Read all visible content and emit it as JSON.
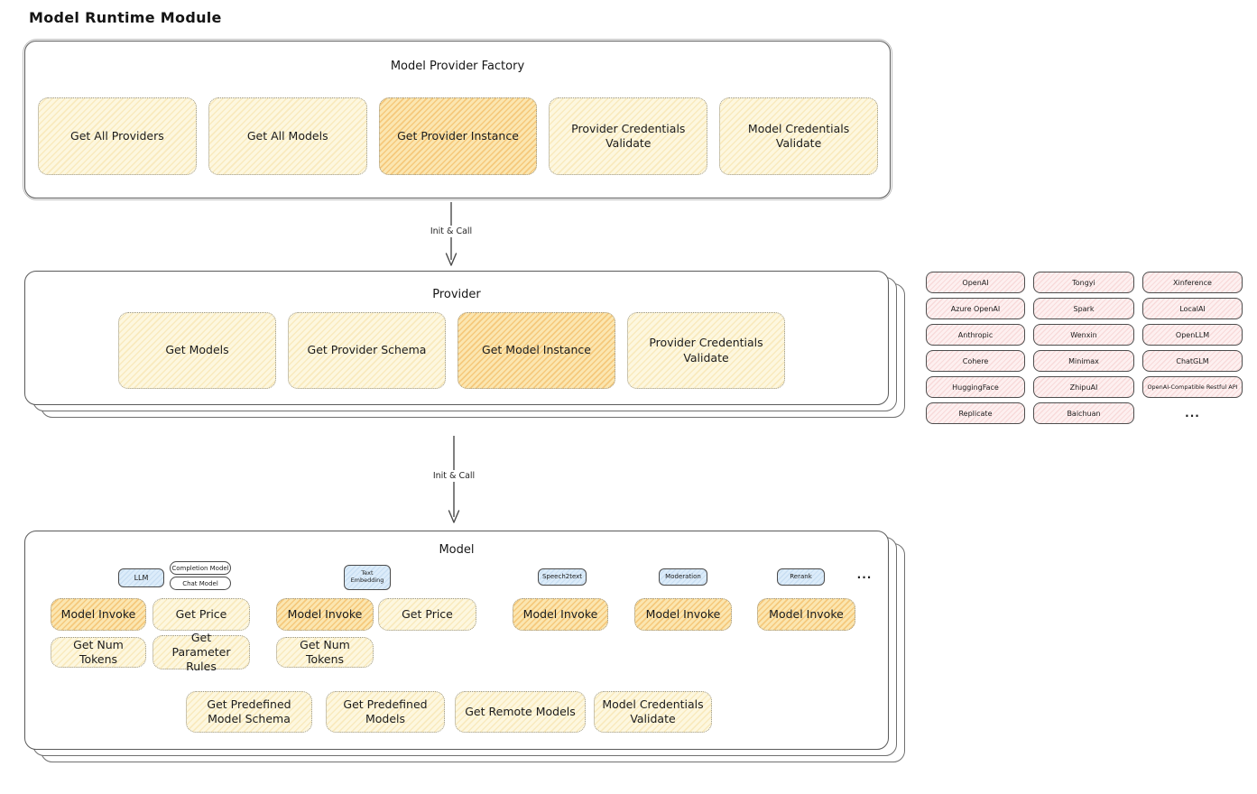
{
  "title": "Model Runtime Module",
  "colors": {
    "highlight_fill": "#f8d98f",
    "button_fill": "#fdf6dc",
    "tab_fill": "#dcecfa",
    "provider_item_fill": "#fdecec",
    "stroke": "#4f4f4f"
  },
  "factory": {
    "title": "Model Provider Factory",
    "buttons": [
      "Get All Providers",
      "Get All Models",
      "Get Provider Instance",
      "Provider Credentials Validate",
      "Model Credentials Validate"
    ]
  },
  "flow": {
    "arrow1_label": "Init & Call",
    "arrow2_label": "Init & Call"
  },
  "provider": {
    "title": "Provider",
    "buttons": [
      "Get Models",
      "Get Provider Schema",
      "Get Model Instance",
      "Provider Credentials Validate"
    ]
  },
  "provider_list": {
    "items": [
      "OpenAI",
      "Tongyi",
      "Xinference",
      "Azure OpenAI",
      "Spark",
      "LocalAI",
      "Anthropic",
      "Wenxin",
      "OpenLLM",
      "Cohere",
      "Minimax",
      "ChatGLM",
      "HuggingFace",
      "ZhipuAI",
      "OpenAI-Compatible Restful API",
      "Replicate",
      "Baichuan"
    ],
    "more": "..."
  },
  "model": {
    "title": "Model",
    "tabs": {
      "llm": "LLM",
      "completion": "Completion Model",
      "chat": "Chat Model",
      "text_embedding": "Text Embedding",
      "speech2text": "Speech2text",
      "moderation": "Moderation",
      "rerank": "Rerank",
      "more": "..."
    },
    "llm": {
      "invoke": "Model Invoke",
      "price": "Get Price",
      "num_tokens": "Get Num Tokens",
      "param_rules": "Get Parameter Rules"
    },
    "text_embedding": {
      "invoke": "Model Invoke",
      "price": "Get Price",
      "num_tokens": "Get Num Tokens"
    },
    "speech2text": {
      "invoke": "Model Invoke"
    },
    "moderation": {
      "invoke": "Model Invoke"
    },
    "rerank": {
      "invoke": "Model Invoke"
    },
    "common": [
      "Get Predefined Model Schema",
      "Get Predefined Models",
      "Get Remote Models",
      "Model Credentials Validate"
    ]
  }
}
